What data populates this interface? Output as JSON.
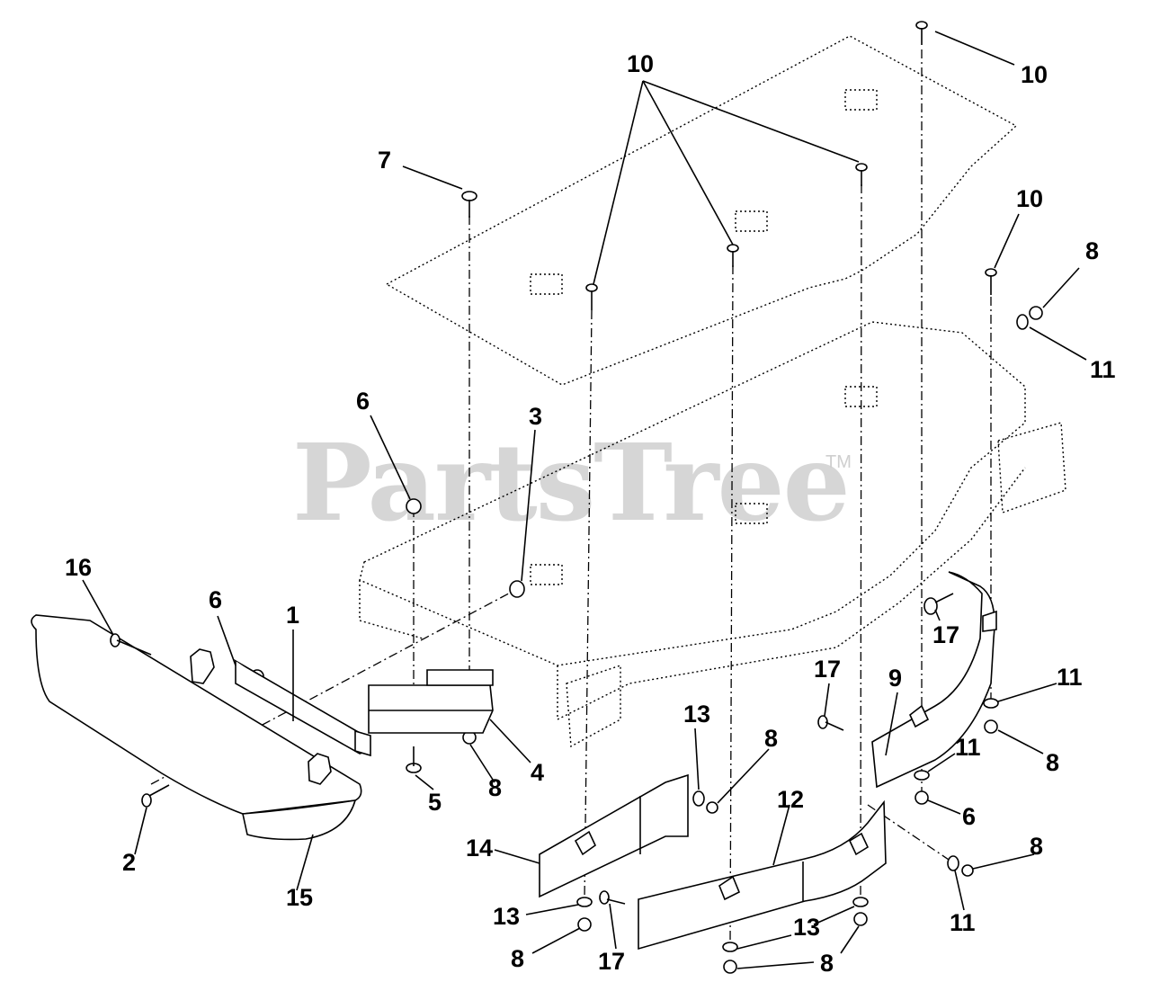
{
  "watermark": {
    "text": "PartsTree",
    "trademark": "TM"
  },
  "callouts": [
    {
      "id": "label-10-top",
      "text": "10"
    },
    {
      "id": "label-10-top-right",
      "text": "10"
    },
    {
      "id": "label-7",
      "text": "7"
    },
    {
      "id": "label-10-right",
      "text": "10"
    },
    {
      "id": "label-8-top-right",
      "text": "8"
    },
    {
      "id": "label-11-top-right",
      "text": "11"
    },
    {
      "id": "label-6-center",
      "text": "6"
    },
    {
      "id": "label-3",
      "text": "3"
    },
    {
      "id": "label-16",
      "text": "16"
    },
    {
      "id": "label-6-left",
      "text": "6"
    },
    {
      "id": "label-1",
      "text": "1"
    },
    {
      "id": "label-17-right",
      "text": "17"
    },
    {
      "id": "label-17-mid",
      "text": "17"
    },
    {
      "id": "label-9",
      "text": "9"
    },
    {
      "id": "label-11-right",
      "text": "11"
    },
    {
      "id": "label-13-mid",
      "text": "13"
    },
    {
      "id": "label-8-mid",
      "text": "8"
    },
    {
      "id": "label-4",
      "text": "4"
    },
    {
      "id": "label-5",
      "text": "5"
    },
    {
      "id": "label-8-center",
      "text": "8"
    },
    {
      "id": "label-11-mid",
      "text": "11"
    },
    {
      "id": "label-8-right",
      "text": "8"
    },
    {
      "id": "label-6-right",
      "text": "6"
    },
    {
      "id": "label-12",
      "text": "12"
    },
    {
      "id": "label-2",
      "text": "2"
    },
    {
      "id": "label-15",
      "text": "15"
    },
    {
      "id": "label-14",
      "text": "14"
    },
    {
      "id": "label-8-bottom-right",
      "text": "8"
    },
    {
      "id": "label-11-bottom-right",
      "text": "11"
    },
    {
      "id": "label-13-bottom-left",
      "text": "13"
    },
    {
      "id": "label-13-bottom-mid",
      "text": "13"
    },
    {
      "id": "label-8-bottom-left",
      "text": "8"
    },
    {
      "id": "label-17-bottom",
      "text": "17"
    },
    {
      "id": "label-8-bottom",
      "text": "8"
    }
  ]
}
